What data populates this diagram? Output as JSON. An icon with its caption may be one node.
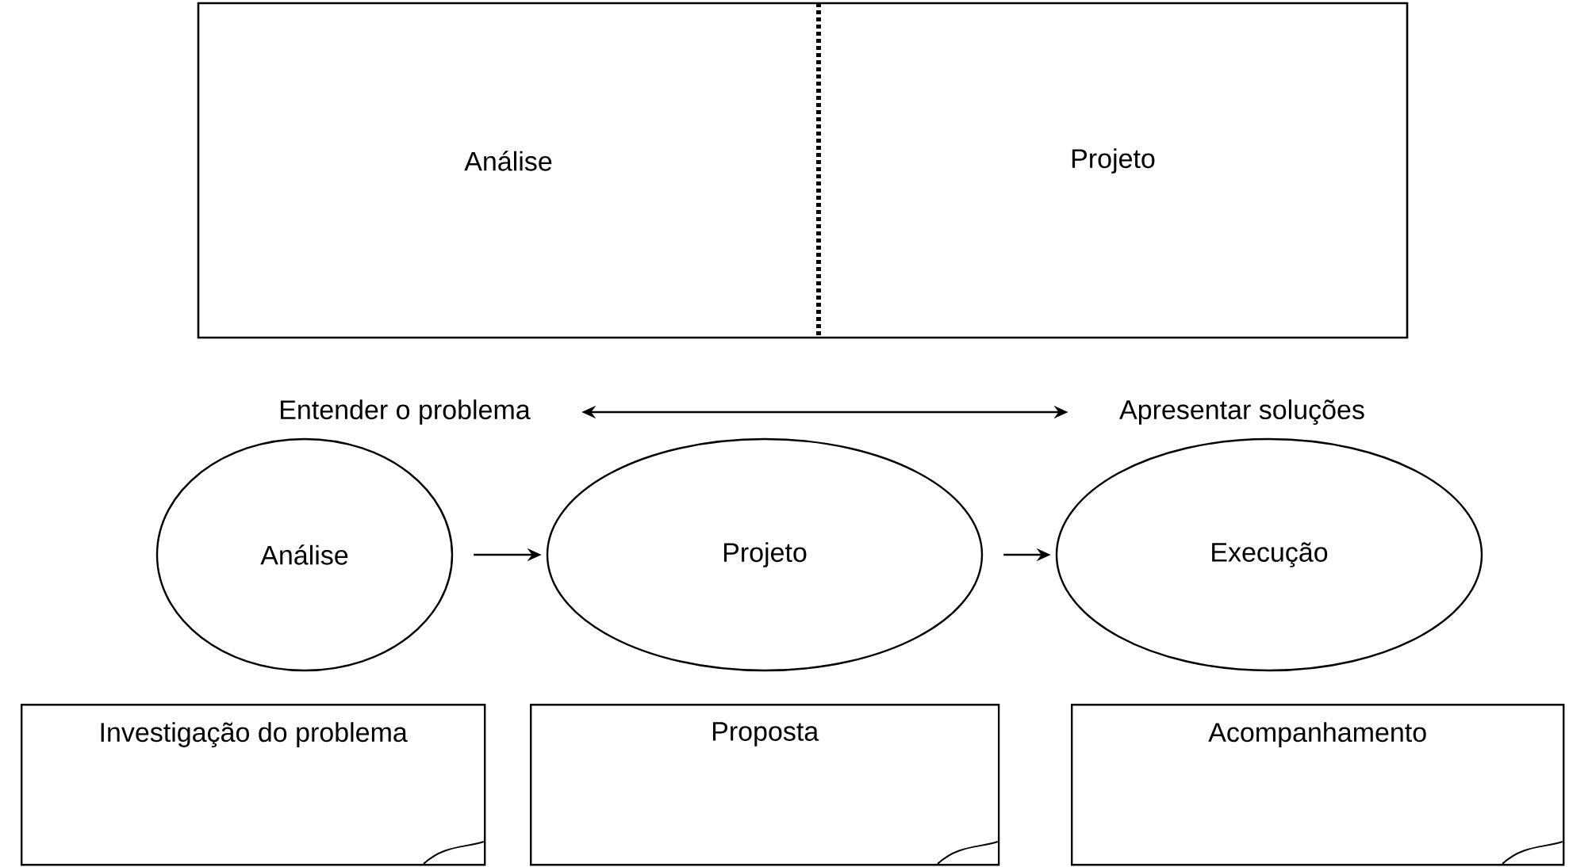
{
  "diagram": {
    "nodes": [
      {
        "text": [
          "Análise"
        ]
      },
      {
        "text": [
          "Projeto"
        ]
      },
      {
        "text": [
          "Entender o problema"
        ]
      },
      {
        "text": [
          "Apresentar soluções"
        ]
      },
      {
        "text": [
          "Análise"
        ]
      },
      {
        "text": [
          "Projeto"
        ]
      },
      {
        "text": [
          "Execução"
        ]
      },
      {
        "text": [
          "Investigação do problema"
        ]
      },
      {
        "text": [
          "Proposta"
        ]
      },
      {
        "text": [
          "Acompanhamento"
        ]
      }
    ],
    "edges": [
      {
        "from": 2,
        "to": 3,
        "arrow": "both"
      },
      {
        "from": 4,
        "to": 5,
        "arrow": "to"
      },
      {
        "from": 5,
        "to": 6,
        "arrow": "to"
      }
    ]
  }
}
